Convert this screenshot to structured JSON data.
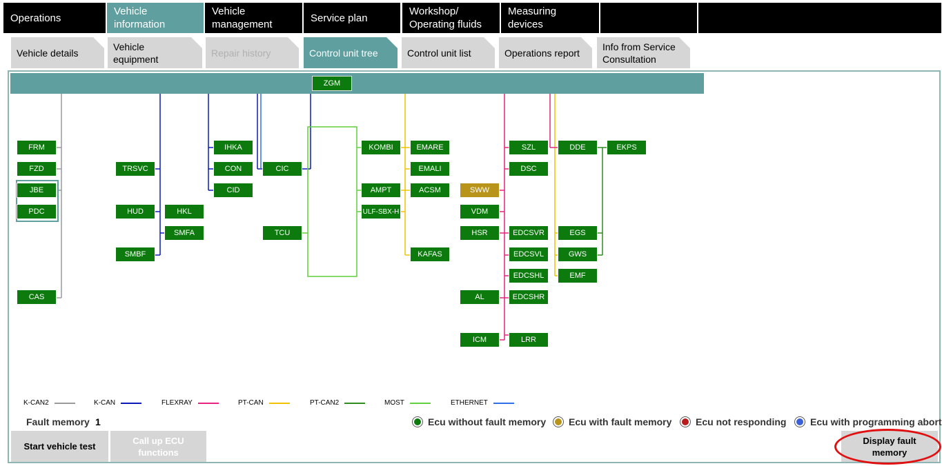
{
  "top_tabs": [
    "Operations",
    "Vehicle information",
    "Vehicle\nmanagement",
    "Service plan",
    "Workshop/\nOperating fluids",
    "Measuring devices"
  ],
  "sub_tabs": [
    "Vehicle details",
    "Vehicle\nequipment",
    "Repair history",
    "Control unit tree",
    "Control unit list",
    "Operations report",
    "Info from Service\nConsultation"
  ],
  "ecus": {
    "zgm": "ZGM",
    "frm": "FRM",
    "fzd": "FZD",
    "jbe": "JBE",
    "pdc": "PDC",
    "cas": "CAS",
    "trsvc": "TRSVC",
    "hud": "HUD",
    "hkl": "HKL",
    "smfa": "SMFA",
    "smbf": "SMBF",
    "ihka": "IHKA",
    "con": "CON",
    "cid": "CID",
    "cic": "CIC",
    "tcu": "TCU",
    "kombi": "KOMBI",
    "ampt": "AMPT",
    "ulf": "ULF-SBX-H",
    "emare": "EMARE",
    "emali": "EMALI",
    "acsm": "ACSM",
    "kafas": "KAFAS",
    "sww": "SWW",
    "vdm": "VDM",
    "hsr": "HSR",
    "al": "AL",
    "icm": "ICM",
    "szl": "SZL",
    "dsc": "DSC",
    "edcsvr": "EDCSVR",
    "edcsvl": "EDCSVL",
    "edcshl": "EDCSHL",
    "edcshr": "EDCSHR",
    "lrr": "LRR",
    "dde": "DDE",
    "ekps": "EKPS",
    "egs": "EGS",
    "gws": "GWS",
    "emf": "EMF"
  },
  "legend": [
    {
      "label": "K-CAN2",
      "color": "#9a9a9a"
    },
    {
      "label": "K-CAN",
      "color": "#0a1ab8"
    },
    {
      "label": "FLEXRAY",
      "color": "#e8207f"
    },
    {
      "label": "PT-CAN",
      "color": "#f2c200"
    },
    {
      "label": "PT-CAN2",
      "color": "#2e8b1e"
    },
    {
      "label": "MOST",
      "color": "#5fd13a"
    },
    {
      "label": "ETHERNET",
      "color": "#2f6fe6"
    }
  ],
  "fault_memory": {
    "label": "Fault memory",
    "value": "1"
  },
  "status_legend": [
    {
      "label": "Ecu without fault memory",
      "color": "#0d7a0d"
    },
    {
      "label": "Ecu with fault memory",
      "color": "#b8941b"
    },
    {
      "label": "Ecu not responding",
      "color": "#b81c1c"
    },
    {
      "label": "Ecu with programming abort",
      "color": "#3b5fd6"
    }
  ],
  "buttons": {
    "start_test": "Start vehicle test",
    "call_ecu": "Call up ECU\nfunctions",
    "display_fault": "Display fault\nmemory"
  }
}
